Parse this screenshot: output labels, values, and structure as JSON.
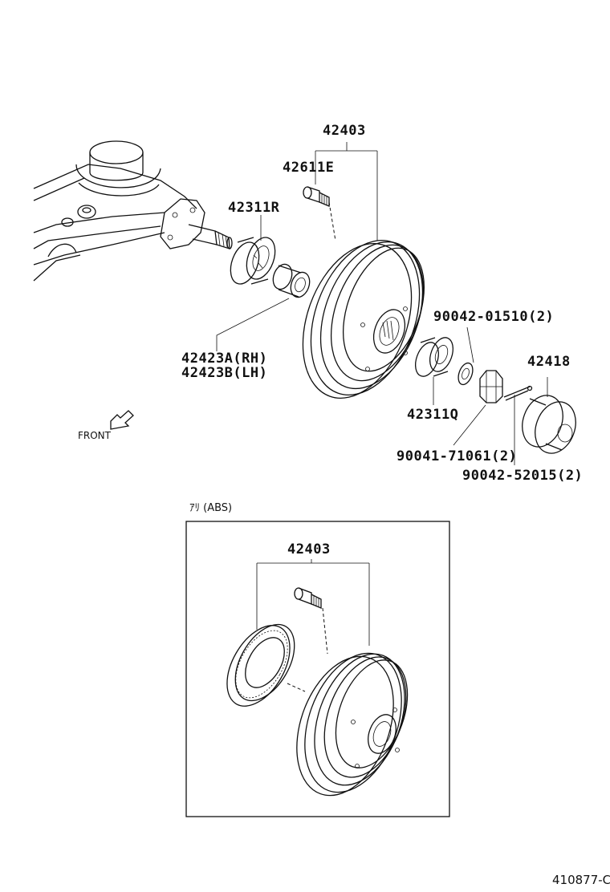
{
  "parts": {
    "drum_main": "42403",
    "hub_bolt": "42611E",
    "inner_bearing": "42311R",
    "spacer_rh": "42423A(RH)",
    "spacer_lh": "42423B(LH)",
    "washer": "90042-01510(2)",
    "grease_cap": "42418",
    "outer_bearing": "42311Q",
    "nut": "90041-71061(2)",
    "cotter_pin": "90042-52015(2)",
    "drum_abs": "42403"
  },
  "front_label": "FRONT",
  "abs_label": "ｱﾘ (ABS)",
  "diagram_code": "410877-C"
}
